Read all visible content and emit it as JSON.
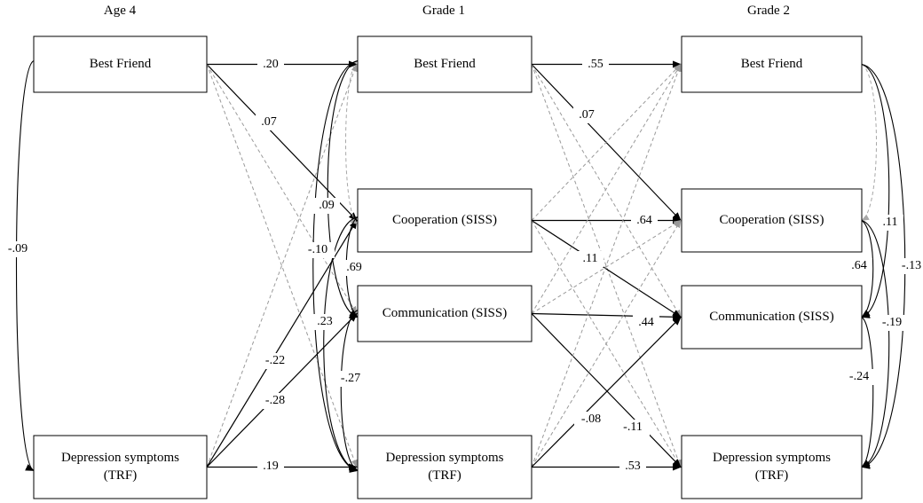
{
  "columns": [
    {
      "id": "age4",
      "title": "Age 4"
    },
    {
      "id": "grade1",
      "title": "Grade 1"
    },
    {
      "id": "grade2",
      "title": "Grade 2"
    }
  ],
  "nodes": {
    "a_bf": {
      "lines": [
        "Best Friend"
      ]
    },
    "a_dep": {
      "lines": [
        "Depression symptoms",
        "(TRF)"
      ]
    },
    "g1_bf": {
      "lines": [
        "Best Friend"
      ]
    },
    "g1_coop": {
      "lines": [
        "Cooperation (SISS)"
      ]
    },
    "g1_comm": {
      "lines": [
        "Communication (SISS)"
      ]
    },
    "g1_dep": {
      "lines": [
        "Depression symptoms",
        "(TRF)"
      ]
    },
    "g2_bf": {
      "lines": [
        "Best Friend"
      ]
    },
    "g2_coop": {
      "lines": [
        "Cooperation (SISS)"
      ]
    },
    "g2_comm": {
      "lines": [
        "Communication (SISS)"
      ]
    },
    "g2_dep": {
      "lines": [
        "Depression symptoms",
        "(TRF)"
      ]
    }
  },
  "paths": [
    {
      "from": "a_bf",
      "to": "g1_bf",
      "coef": ".20",
      "style": "solid"
    },
    {
      "from": "a_bf",
      "to": "g1_coop",
      "coef": ".07",
      "style": "solid"
    },
    {
      "from": "a_bf",
      "to": "g1_comm",
      "coef": "",
      "style": "dashed"
    },
    {
      "from": "a_bf",
      "to": "g1_dep",
      "coef": "",
      "style": "dashed"
    },
    {
      "from": "a_dep",
      "to": "g1_bf",
      "coef": "",
      "style": "dashed"
    },
    {
      "from": "a_dep",
      "to": "g1_coop",
      "coef": "-.22",
      "style": "solid"
    },
    {
      "from": "a_dep",
      "to": "g1_comm",
      "coef": "-.28",
      "style": "solid"
    },
    {
      "from": "a_dep",
      "to": "g1_dep",
      "coef": ".19",
      "style": "solid"
    },
    {
      "from": "g1_bf",
      "to": "g2_bf",
      "coef": ".55",
      "style": "solid"
    },
    {
      "from": "g1_bf",
      "to": "g2_coop",
      "coef": ".07",
      "style": "solid"
    },
    {
      "from": "g1_bf",
      "to": "g2_comm",
      "coef": "",
      "style": "dashed"
    },
    {
      "from": "g1_bf",
      "to": "g2_dep",
      "coef": "",
      "style": "dashed"
    },
    {
      "from": "g1_coop",
      "to": "g2_bf",
      "coef": "",
      "style": "dashed"
    },
    {
      "from": "g1_coop",
      "to": "g2_coop",
      "coef": ".64",
      "style": "solid"
    },
    {
      "from": "g1_coop",
      "to": "g2_comm",
      "coef": ".11",
      "style": "solid"
    },
    {
      "from": "g1_coop",
      "to": "g2_dep",
      "coef": "",
      "style": "dashed"
    },
    {
      "from": "g1_comm",
      "to": "g2_bf",
      "coef": "",
      "style": "dashed"
    },
    {
      "from": "g1_comm",
      "to": "g2_coop",
      "coef": "",
      "style": "dashed"
    },
    {
      "from": "g1_comm",
      "to": "g2_comm",
      "coef": ".44",
      "style": "solid"
    },
    {
      "from": "g1_comm",
      "to": "g2_dep",
      "coef": "-.11",
      "style": "solid"
    },
    {
      "from": "g1_dep",
      "to": "g2_bf",
      "coef": "",
      "style": "dashed"
    },
    {
      "from": "g1_dep",
      "to": "g2_coop",
      "coef": "",
      "style": "dashed"
    },
    {
      "from": "g1_dep",
      "to": "g2_comm",
      "coef": "-.08",
      "style": "solid"
    },
    {
      "from": "g1_dep",
      "to": "g2_dep",
      "coef": ".53",
      "style": "solid"
    }
  ],
  "covariances": [
    {
      "a": "a_bf",
      "b": "a_dep",
      "coef": "-.09",
      "style": "solid"
    },
    {
      "a": "g1_bf",
      "b": "g1_coop",
      "coef": "",
      "style": "dashed"
    },
    {
      "a": "g1_bf",
      "b": "g1_comm",
      "coef": ".09",
      "style": "solid"
    },
    {
      "a": "g1_bf",
      "b": "g1_dep",
      "coef": "-.10",
      "style": "solid"
    },
    {
      "a": "g1_coop",
      "b": "g1_comm",
      "coef": ".69",
      "style": "solid"
    },
    {
      "a": "g1_coop",
      "b": "g1_dep",
      "coef": ".23",
      "style": "solid"
    },
    {
      "a": "g1_comm",
      "b": "g1_dep",
      "coef": "-.27",
      "style": "solid"
    },
    {
      "a": "g2_bf",
      "b": "g2_coop",
      "coef": "",
      "style": "dashed"
    },
    {
      "a": "g2_bf",
      "b": "g2_comm",
      "coef": ".11",
      "style": "solid"
    },
    {
      "a": "g2_bf",
      "b": "g2_dep",
      "coef": "-.13",
      "style": "solid"
    },
    {
      "a": "g2_coop",
      "b": "g2_comm",
      "coef": ".64",
      "style": "solid"
    },
    {
      "a": "g2_coop",
      "b": "g2_dep",
      "coef": "-.19",
      "style": "solid"
    },
    {
      "a": "g2_comm",
      "b": "g2_dep",
      "coef": "-.24",
      "style": "solid"
    }
  ]
}
